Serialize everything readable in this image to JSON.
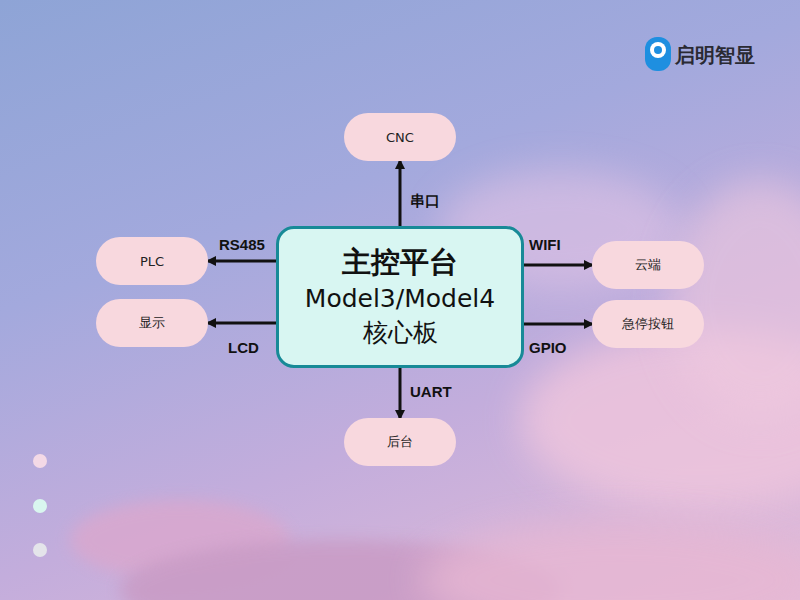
{
  "diagram": {
    "nodes": [
      {
        "text": [
          "CNC"
        ]
      },
      {
        "text": [
          "PLC"
        ]
      },
      {
        "text": [
          "主控平台",
          "Model3/Model4 核心板"
        ]
      },
      {
        "text": [
          "云端"
        ]
      },
      {
        "text": [
          "显示"
        ]
      },
      {
        "text": [
          "急停按钮"
        ]
      },
      {
        "text": [
          "后台"
        ]
      }
    ],
    "edges": [
      {
        "from": 2,
        "to": 0,
        "label": "串口",
        "arrow": "to"
      },
      {
        "from": 2,
        "to": 1,
        "label": "RS485",
        "arrow": "to"
      },
      {
        "from": 2,
        "to": 3,
        "label": "WIFI",
        "arrow": "to"
      },
      {
        "from": 2,
        "to": 4,
        "label": "LCD",
        "arrow": "to"
      },
      {
        "from": 2,
        "to": 5,
        "label": "GPIO",
        "arrow": "to"
      },
      {
        "from": 2,
        "to": 6,
        "label": "UART",
        "arrow": "to"
      }
    ],
    "labels": [
      "启明智显"
    ]
  }
}
